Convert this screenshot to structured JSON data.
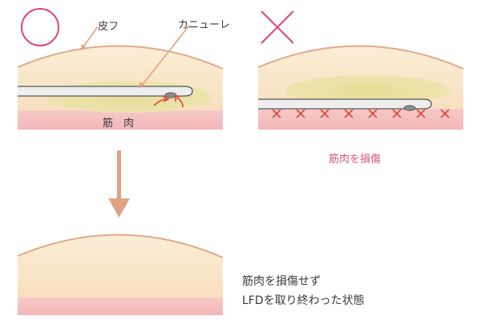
{
  "left_panel": {
    "verdict_symbol": "○",
    "skin_label": "皮フ",
    "cannula_label": "カニューレ",
    "muscle_label": "筋　肉"
  },
  "right_panel": {
    "verdict_symbol": "×",
    "damage_label": "筋肉を損傷"
  },
  "result": {
    "line1": "筋肉を損傷せず",
    "line2": "LFDを取り終わった状態"
  },
  "colors": {
    "skin": "#f7e3c3",
    "skin_outline": "#e6b08e",
    "fat": "#ece2a4",
    "muscle": "#f2bcbd",
    "cannula": "#eeeeee",
    "cannula_outline": "#555555",
    "accent_pink": "#d9577a",
    "arrow": "#e0a283",
    "cross_red": "#e0453a"
  }
}
